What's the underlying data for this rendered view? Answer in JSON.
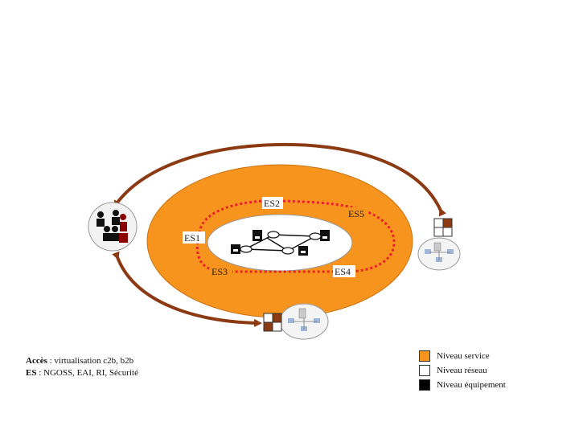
{
  "segments": {
    "es1": "ES1",
    "es2": "ES2",
    "es3": "ES3",
    "es4": "ES4",
    "es5": "ES5"
  },
  "caption": {
    "line1_key": "Accès",
    "line1_value": " : virtualisation c2b, b2b",
    "line2_key": "ES",
    "line2_value": " : NGOSS, EAI, RI, Sécurité"
  },
  "legend": [
    {
      "label": "Niveau service",
      "color": "#f7941d"
    },
    {
      "label": "Niveau réseau",
      "color": "#ffffff"
    },
    {
      "label": "Niveau équipement",
      "color": "#000000"
    }
  ],
  "colors": {
    "ring": "#f7941d",
    "arrow": "#8b3a13",
    "dotted_loop": "#e8232a",
    "user_dark": "#111111",
    "user_red": "#8b0000"
  }
}
